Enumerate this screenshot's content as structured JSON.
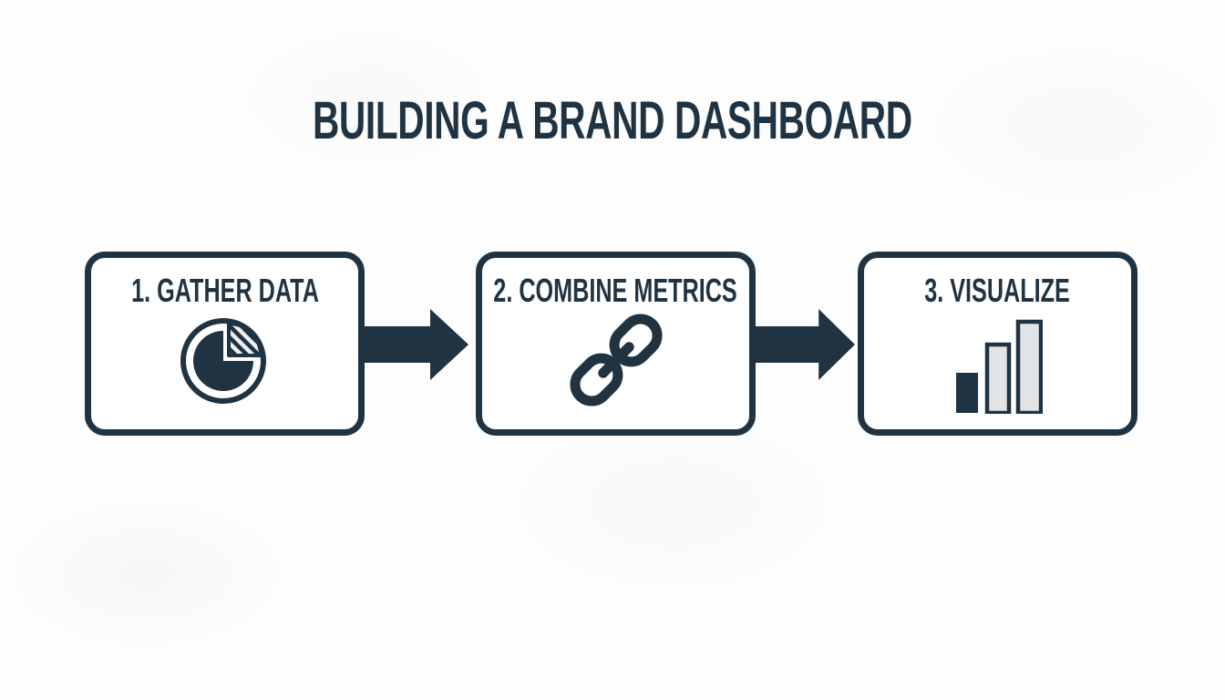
{
  "title": "BUILDING A BRAND DASHBOARD",
  "steps": [
    {
      "label": "1. GATHER DATA",
      "icon": "pie-chart-icon"
    },
    {
      "label": "2. COMBINE METRICS",
      "icon": "chain-link-icon"
    },
    {
      "label": "3. VISUALIZE",
      "icon": "bar-chart-icon"
    }
  ],
  "arrows": [
    {
      "name": "arrow-step1-to-step2",
      "direction": "right"
    },
    {
      "name": "arrow-step2-to-step3",
      "direction": "right"
    }
  ],
  "chart_data": {
    "type": "bar",
    "note": "decorative bar-chart glyph inside step 3",
    "values_relative": [
      45,
      75,
      100
    ]
  },
  "colors": {
    "ink": "#1f3342",
    "bar_fill_light": "#e1e3e4",
    "hatch_light": "#edeff0",
    "background": "#fdfdfd",
    "box_background": "#ffffff"
  }
}
